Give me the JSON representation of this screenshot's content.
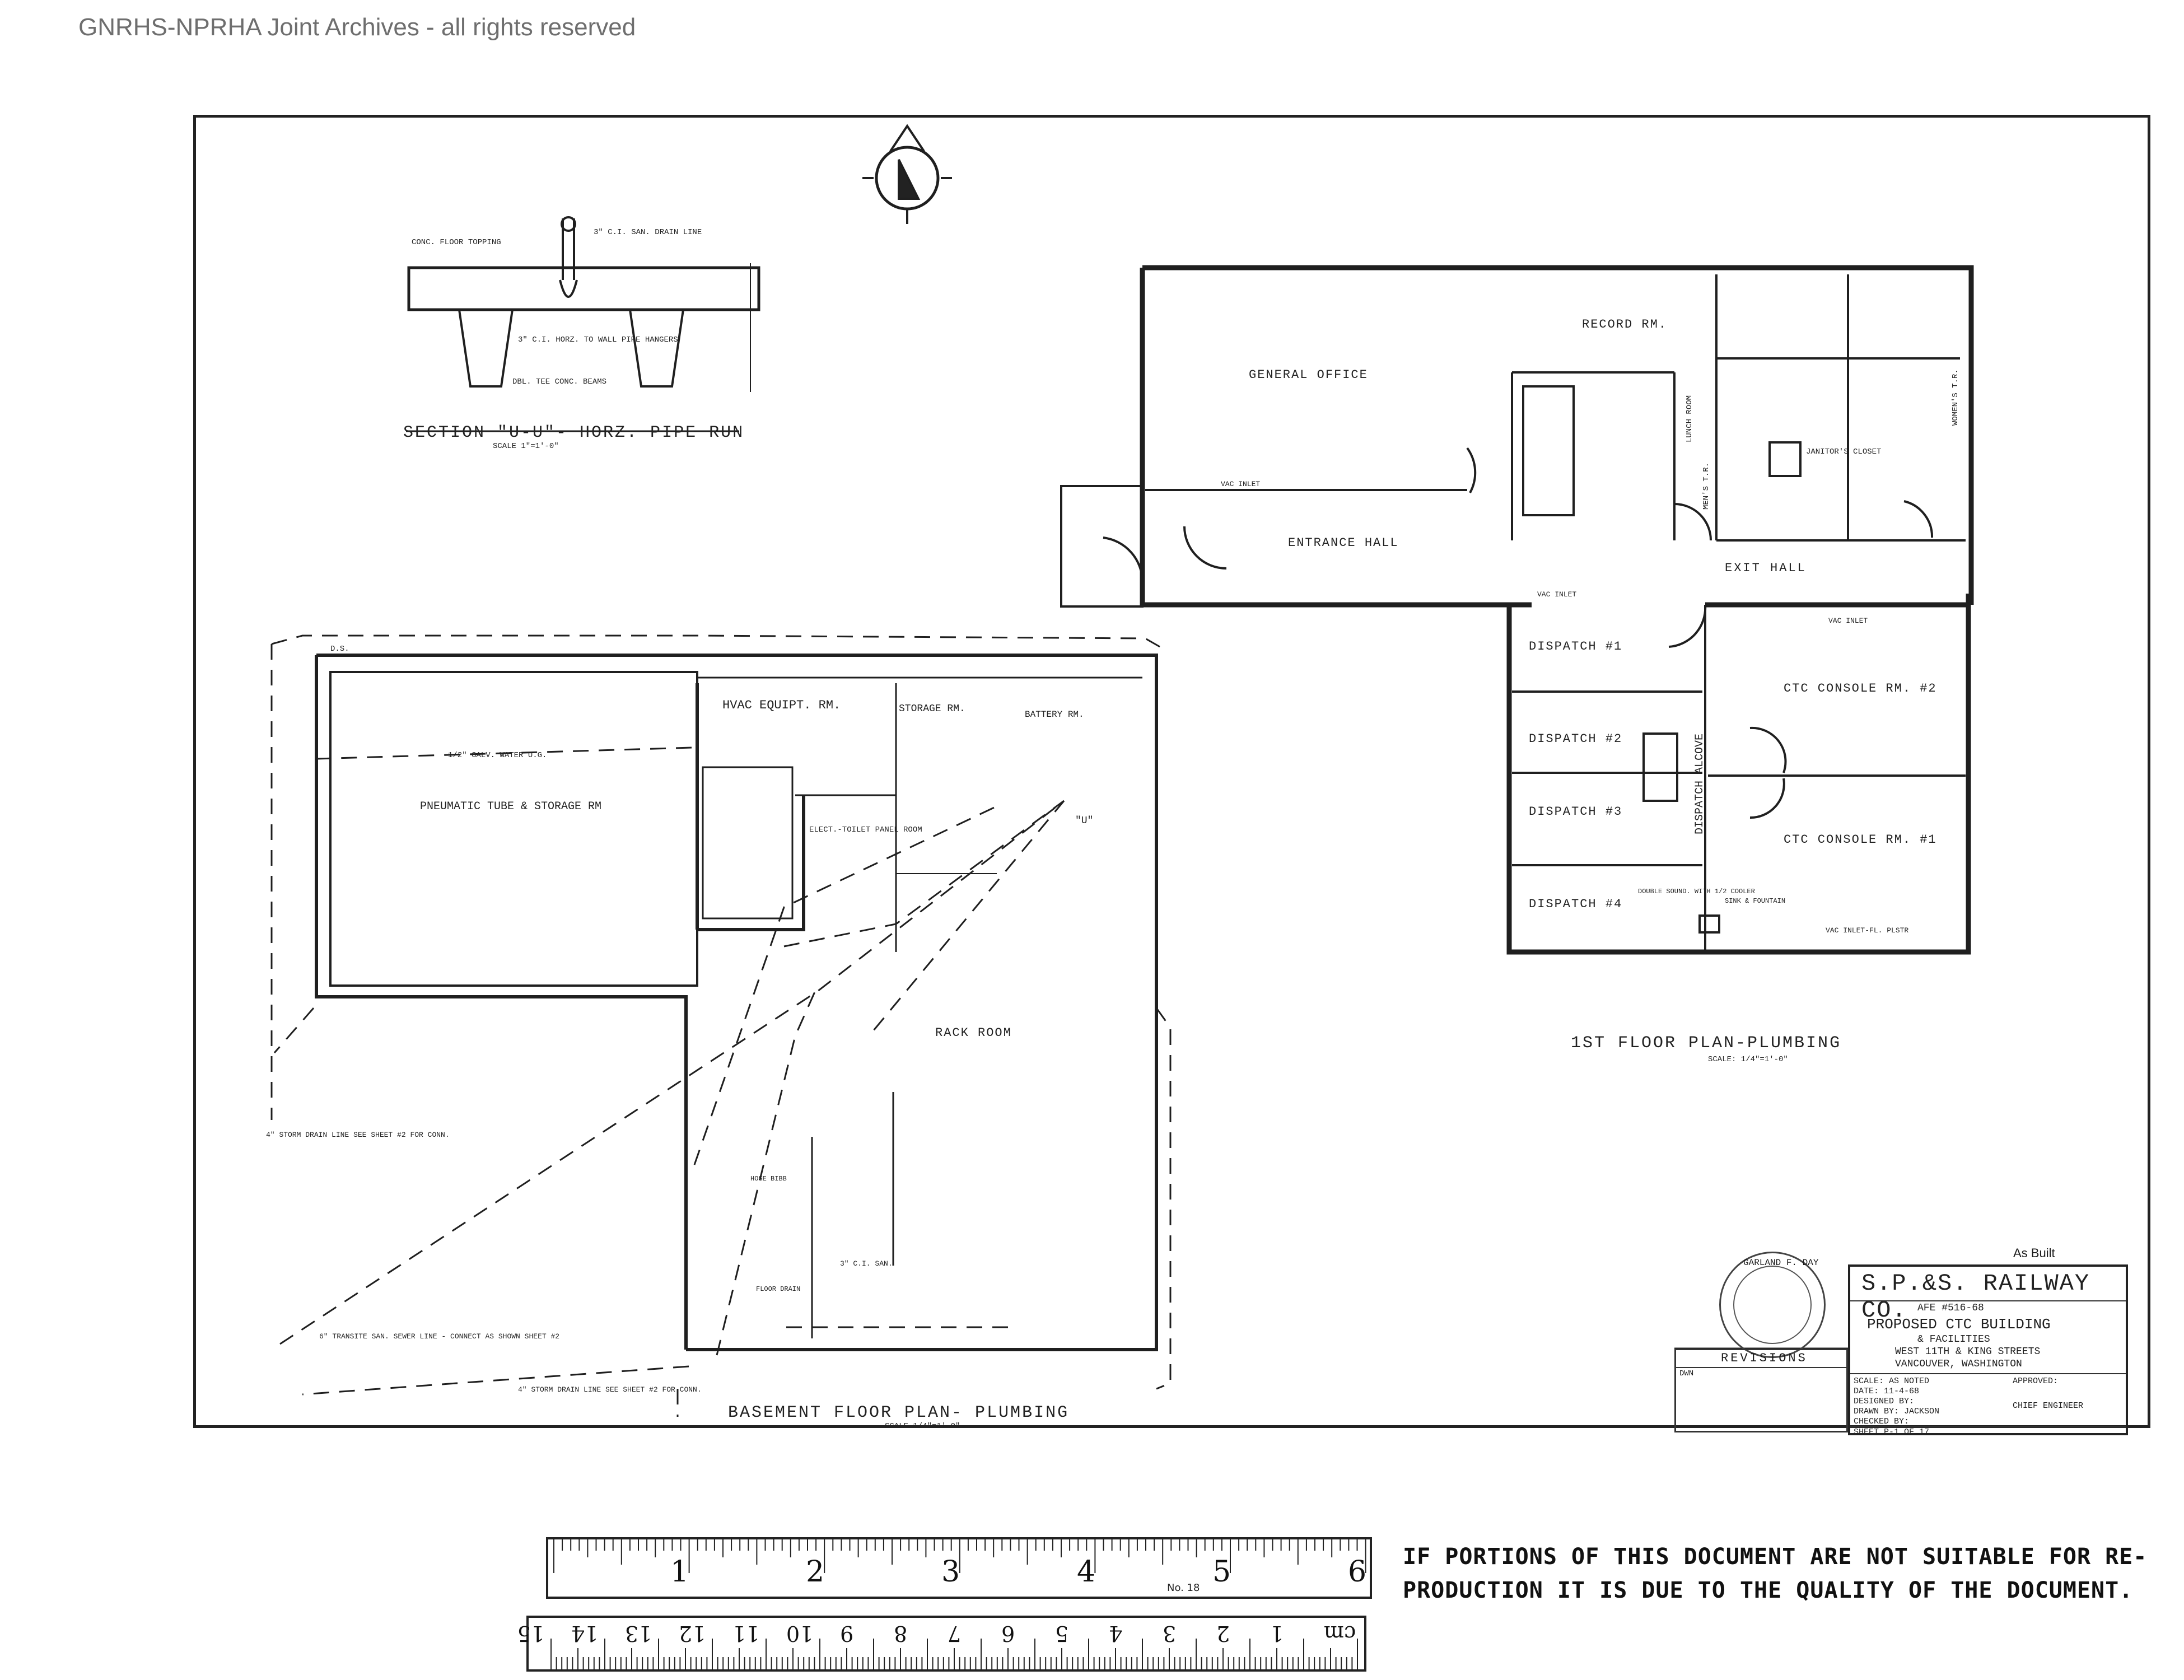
{
  "archive_note": "GNRHS-NPRHA Joint Archives - all rights reserved",
  "section_detail": {
    "title": "SECTION \"U-U\"- HORZ. PIPE RUN",
    "scale": "SCALE 1\"=1'-0\"",
    "labels": {
      "topping": "CONC. FLOOR TOPPING",
      "drain": "3\" C.I. SAN. DRAIN LINE",
      "hangers": "3\" C.I. HORZ. TO WALL PIPE HANGERS",
      "beams": "DBL. TEE CONC. BEAMS"
    }
  },
  "first_floor": {
    "title": "1ST FLOOR PLAN-PLUMBING",
    "scale": "SCALE: 1/4\"=1'-0\"",
    "rooms": {
      "general_office": "GENERAL OFFICE",
      "record_rm": "RECORD RM.",
      "entrance_hall": "ENTRANCE HALL",
      "exit_hall": "EXIT HALL",
      "lunch_room": "LUNCH ROOM",
      "mens_tr": "MEN'S T.R.",
      "womens_tr": "WOMEN'S T.R.",
      "janitors_closet": "JANITOR'S CLOSET",
      "dispatch_1": "DISPATCH #1",
      "dispatch_2": "DISPATCH #2",
      "dispatch_3": "DISPATCH #3",
      "dispatch_4": "DISPATCH #4",
      "dispatch_alcove": "DISPATCH ALCOVE",
      "ctc_console_2": "CTC CONSOLE RM. #2",
      "ctc_console_1": "CTC CONSOLE RM. #1"
    },
    "notes": {
      "vac_inlet_1": "VAC INLET",
      "vac_inlet_2": "VAC INLET",
      "vac_inlet_3": "VAC INLET",
      "vac_inlet_fl": "VAC INLET-FL. PLSTR",
      "fountain": "DOUBLE SOUND. WITH 1/2 COOLER",
      "sink_fountain": "SINK & FOUNTAIN"
    }
  },
  "basement": {
    "title": "BASEMENT FLOOR PLAN- PLUMBING",
    "scale": "SCALE 1/4\"=1'-0\"",
    "rooms": {
      "pneumatic": "PNEUMATIC TUBE & STORAGE RM",
      "hvac": "HVAC EQUIPT. RM.",
      "storage": "STORAGE RM.",
      "battery": "BATTERY RM.",
      "elect": "ELECT.-TOILET PANEL ROOM",
      "rack": "RACK ROOM"
    },
    "notes": {
      "water_ug": "1/2\" GALV. WATER U.G.",
      "ds": "D.S.",
      "storm_drain": "4\" STORM DRAIN LINE SEE SHEET #2 FOR CONN.",
      "transite": "6\" TRANSITE SAN. SEWER LINE - CONNECT AS SHOWN SHEET #2",
      "storm_drain_2": "4\" STORM DRAIN LINE SEE SHEET #2 FOR CONN.",
      "section_mark": "\"U\"",
      "ci_san": "3\" C.I. SAN.",
      "hose_bibb": "HOSE BIBB",
      "floor_drain": "FLOOR DRAIN"
    }
  },
  "title_block": {
    "as_built": "As Built",
    "company": "S.P.&S. RAILWAY CO.",
    "afe": "AFE #516-68",
    "project_1": "PROPOSED CTC BUILDING",
    "project_2": "& FACILITIES",
    "address": "WEST 11TH & KING STREETS",
    "city": "VANCOUVER, WASHINGTON",
    "scale": "SCALE: AS NOTED",
    "date": "DATE: 11-4-68",
    "designed": "DESIGNED BY:",
    "drawn": "DRAWN BY: JACKSON",
    "checked": "CHECKED BY:",
    "approved": "APPROVED:",
    "engineer": "CHIEF ENGINEER",
    "sheet": "SHEET P-1 OF 17",
    "revisions": "REVISIONS",
    "dwn": "DWN",
    "seal_text": "GARLAND F. DAY"
  },
  "rulers": {
    "inch_marks": [
      "1",
      "2",
      "3",
      "4",
      "5",
      "6"
    ],
    "cm_marks": [
      "cm",
      "1",
      "2",
      "3",
      "4",
      "5",
      "6",
      "7",
      "8",
      "9",
      "10",
      "11",
      "12",
      "13",
      "14",
      "15"
    ],
    "brand": "No. 18"
  },
  "notice": {
    "line1": "IF PORTIONS OF THIS DOCUMENT ARE NOT SUITABLE FOR RE-",
    "line2": "PRODUCTION IT IS DUE TO THE QUALITY OF THE DOCUMENT."
  }
}
